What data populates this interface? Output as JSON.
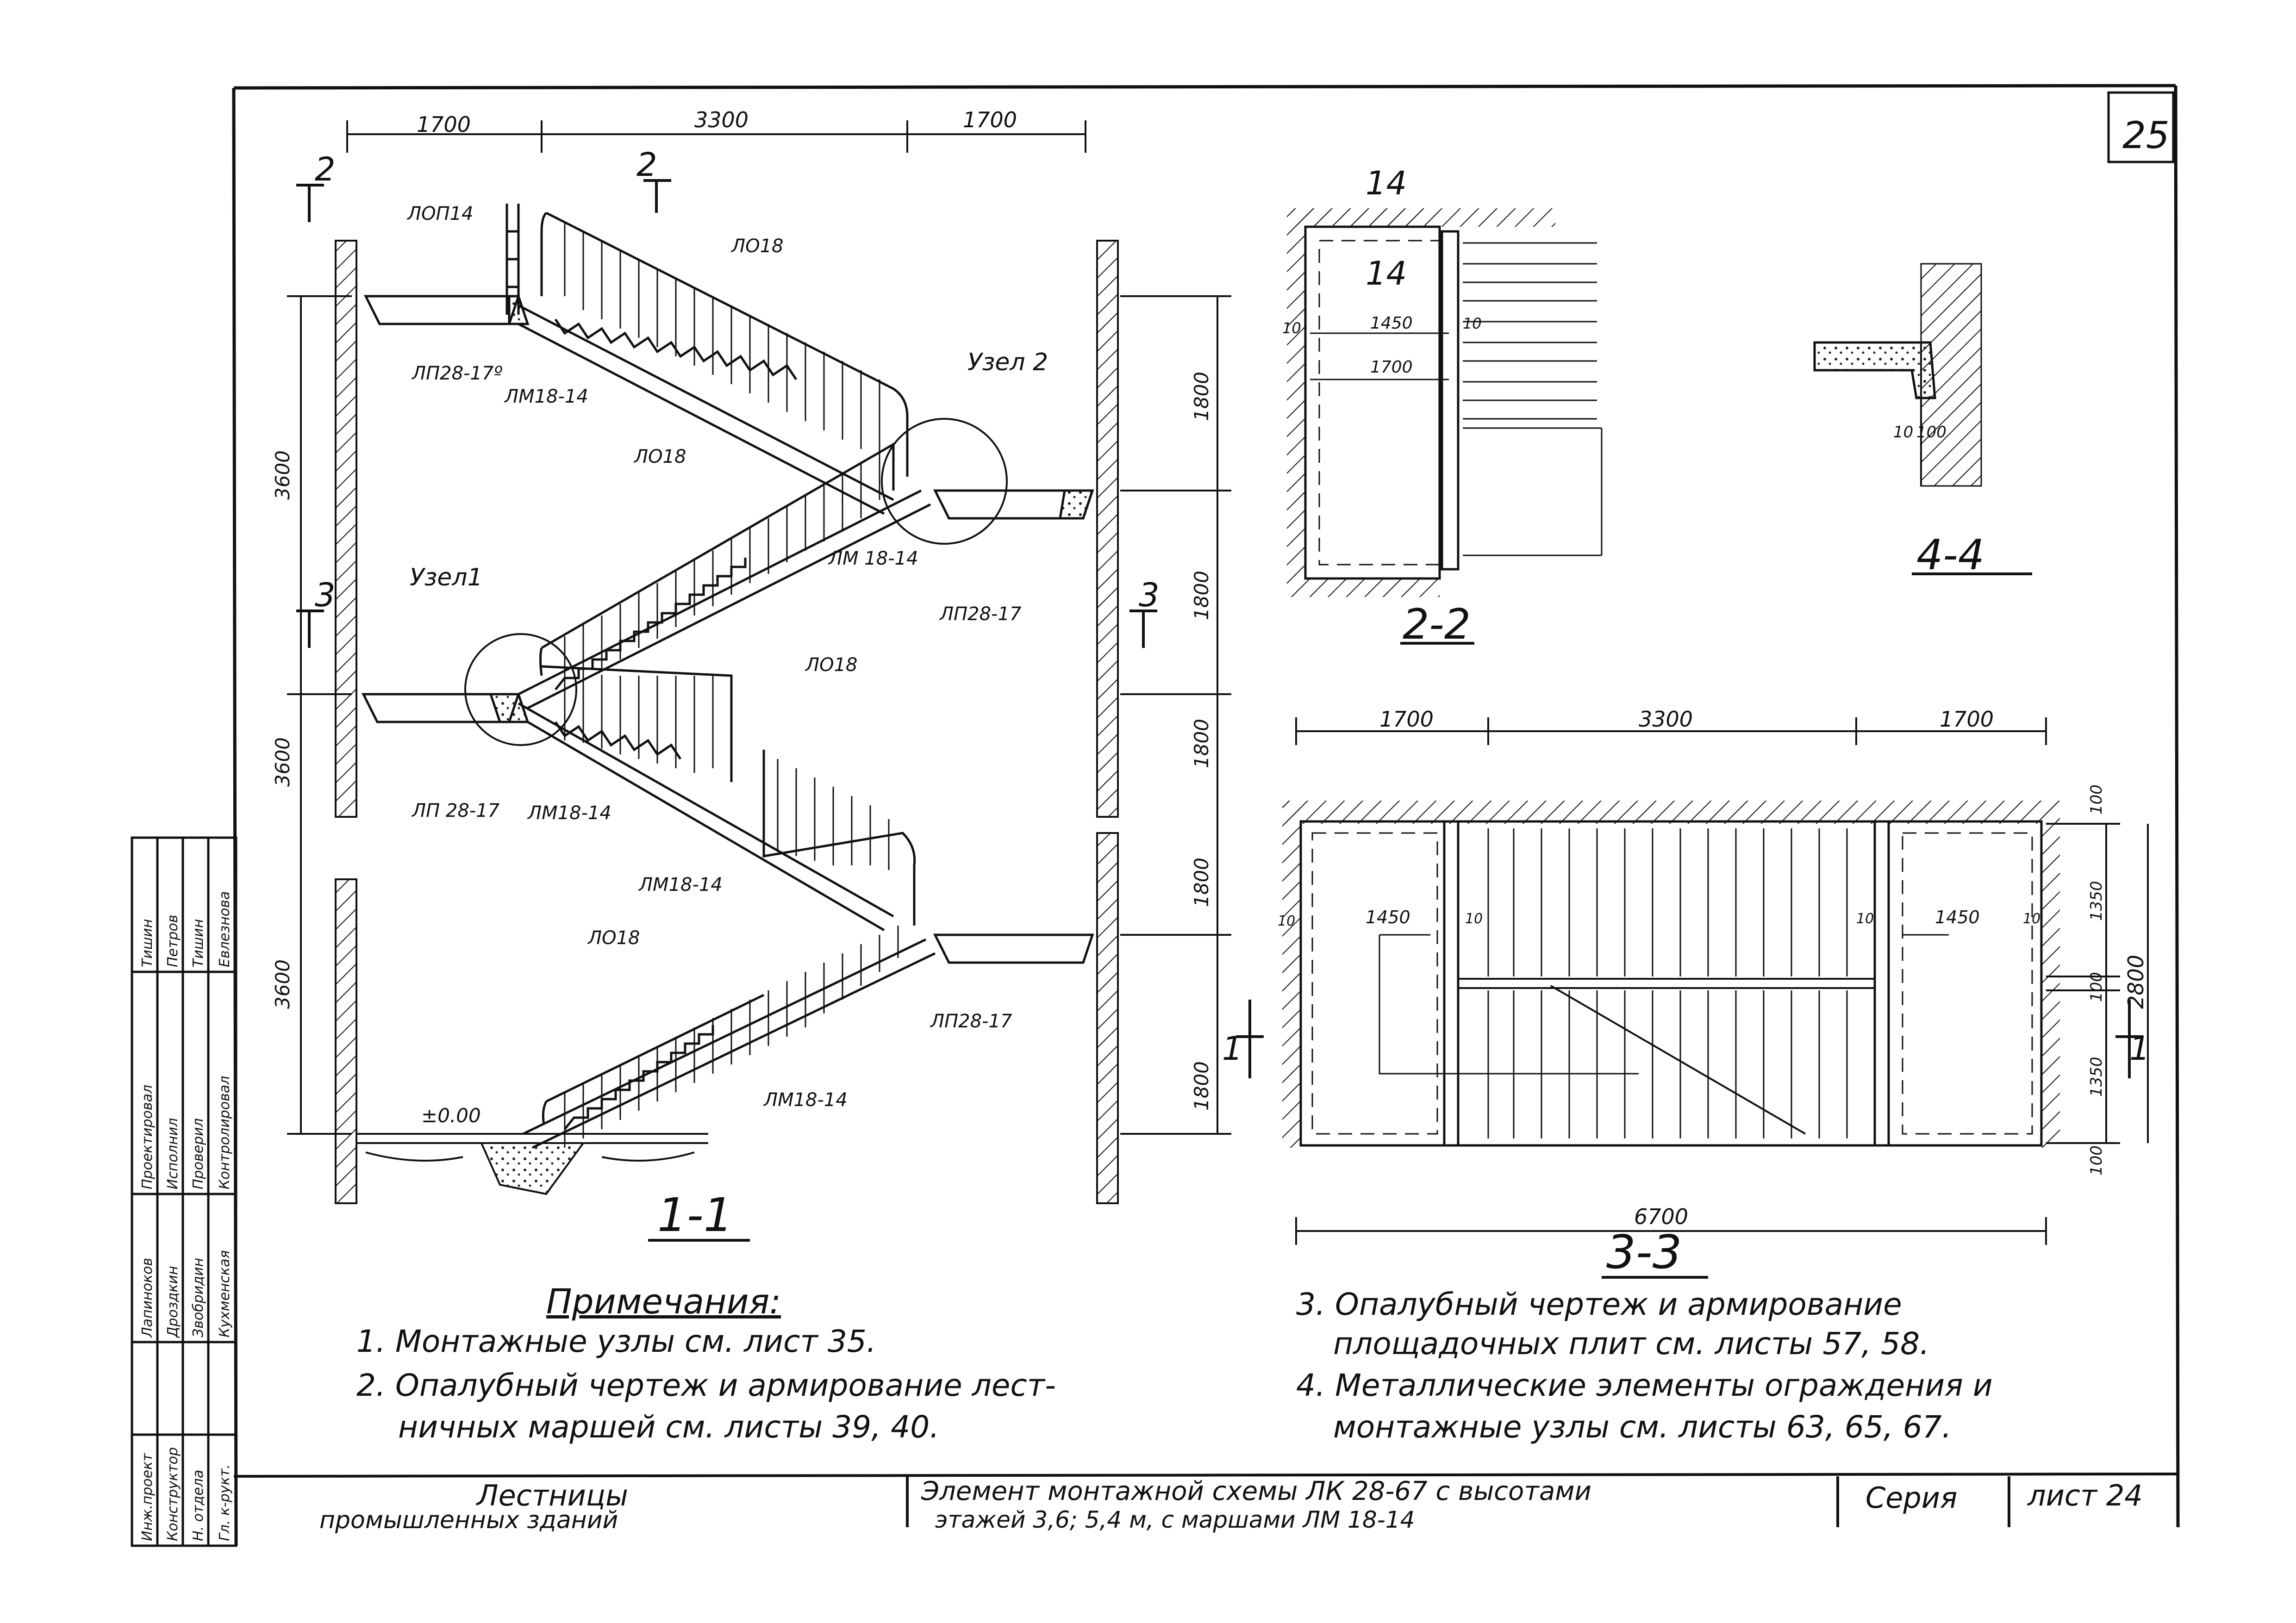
{
  "sheet": {
    "corner_number": "25",
    "dims_top": [
      "1700",
      "3300",
      "1700"
    ],
    "section_1_1": {
      "label": "1-1",
      "cut_marks": [
        "2",
        "2",
        "3",
        "3"
      ],
      "tags": {
        "lop14": "ЛОП14",
        "lo18_a": "ЛО18",
        "lo18_b": "ЛО18",
        "lo18_c": "ЛО18",
        "lo18_d": "ЛО18",
        "lp28_17o": "ЛП28-17º",
        "lm18_14_a": "ЛМ18-14",
        "lm18_14_b": "ЛМ 18-14",
        "lm18_14_c": "ЛМ18-14",
        "lm18_14_d": "ЛМ18-14",
        "lm18_14_e": "ЛМ18-14",
        "lp28_17_a": "ЛП28-17",
        "lp28_17_b": "ЛП 28-17",
        "lp28_17_c": "ЛП28-17",
        "node1": "Узел1",
        "node2": "Узел 2",
        "zero": "±0.00"
      },
      "dims_left": [
        "3600",
        "3600",
        "3600"
      ],
      "dims_right": [
        "1800",
        "1800",
        "1800",
        "1800",
        "1800"
      ]
    },
    "section_2_2": {
      "label": "2-2",
      "mark": "14",
      "dims": [
        "1450",
        "1700"
      ],
      "small": [
        "10",
        "10"
      ]
    },
    "section_4_4": {
      "label": "4-4",
      "dims": [
        "10",
        "100"
      ]
    },
    "section_3_3": {
      "label": "3-3",
      "dims_top": [
        "1700",
        "3300",
        "1700"
      ],
      "dims_inner": [
        "1450",
        "1450"
      ],
      "small": [
        "10",
        "10",
        "10",
        "10"
      ],
      "dims_right": [
        "100",
        "1350",
        "100",
        "1350",
        "100",
        "2800"
      ],
      "dim_bottom": "6700",
      "cut_mark": "1"
    },
    "notes": {
      "heading": "Примечания:",
      "items": [
        "1. Монтажные узлы см. лист 35.",
        "2. Опалубный чертеж и армирование лест-",
        "ничных маршей см. листы 39, 40.",
        "3. Опалубный чертеж и армирование",
        "площадочных плит см. листы 57, 58.",
        "4. Металлические элементы ограждения и",
        "монтажные узлы см. листы 63, 65, 67."
      ]
    },
    "side_stamp": {
      "roles": [
        "Инж.проект",
        "Конструктор",
        "Н. отдела",
        "Гл. к-рукт."
      ],
      "names": [
        "Лапиноков",
        "Дроздкин",
        "Звобридин",
        "Кухменская"
      ],
      "roles2": [
        "Проектировал",
        "Исполнил",
        "Проверил",
        "Контролировал"
      ],
      "names2": [
        "Тишин",
        "Петров",
        "Тишин",
        "Евлезнова"
      ]
    },
    "title_block": {
      "left_1": "Лестницы",
      "left_2": "промышленных зданий",
      "center_1": "Элемент монтажной схемы ЛК 28-67 с высотами",
      "center_2": "этажей 3,6; 5,4 м, с маршами ЛМ 18-14",
      "series_label": "Серия",
      "sheet_label": "лист 24"
    }
  }
}
